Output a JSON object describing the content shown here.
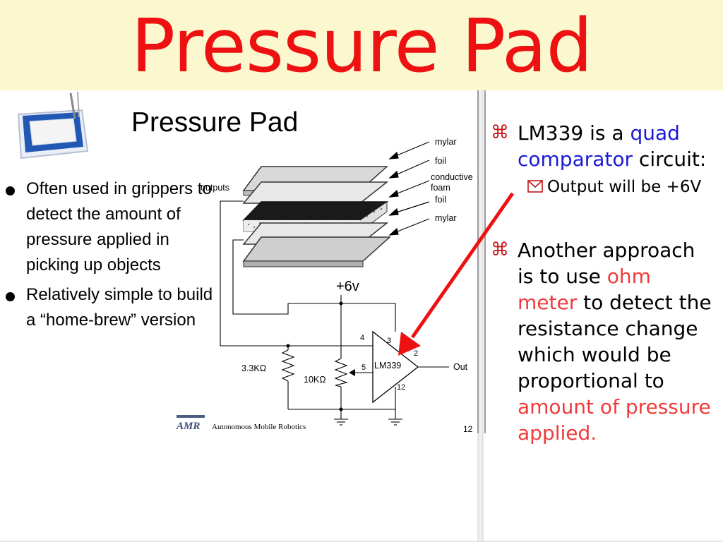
{
  "slide": {
    "title": "Pressure Pad"
  },
  "left_panel": {
    "inner_title": "Pressure Pad",
    "bullets": [
      "Often used in grippers to detect the amount of pressure applied in picking up objects",
      "Relatively simple to build a “home-brew” version"
    ],
    "layer_labels": {
      "mylar_top": "mylar",
      "foil_top": "foil",
      "conductive": "conductive",
      "foam": "foam",
      "foil_bottom": "foil",
      "mylar_bottom": "mylar",
      "outputs": "outputs"
    },
    "circuit": {
      "supply": "+6v",
      "resistor_1": "3.3KΩ",
      "resistor_2": "10KΩ",
      "chip": "LM339",
      "pin_4": "4",
      "pin_3": "3",
      "pin_5": "5",
      "pin_2": "2",
      "pin_12": "12",
      "output": "Out"
    },
    "footer": {
      "logo": "AMR",
      "caption": "Autonomous Mobile Robotics",
      "page_number": "12"
    }
  },
  "right_panel": {
    "bullet_1": {
      "pre": "LM339 is a ",
      "highlight": "quad comparator",
      "post": " circuit:"
    },
    "sub_bullet": "Output will be +6V",
    "bullet_2": {
      "pre": "Another approach is to use ",
      "highlight_1": "ohm meter",
      "mid": " to detect the resistance change which would be proportional to ",
      "highlight_2": "amount of pressure applied."
    }
  },
  "colors": {
    "title": "#ee1111",
    "title_band": "#fbf8cf",
    "highlight_blue": "#1a1ad6",
    "highlight_red": "#ef3b3b",
    "arrow": "#ee1111"
  },
  "icons": [
    "tablet-icon",
    "command-key-icon",
    "envelope-icon",
    "bullet-dot-icon"
  ]
}
